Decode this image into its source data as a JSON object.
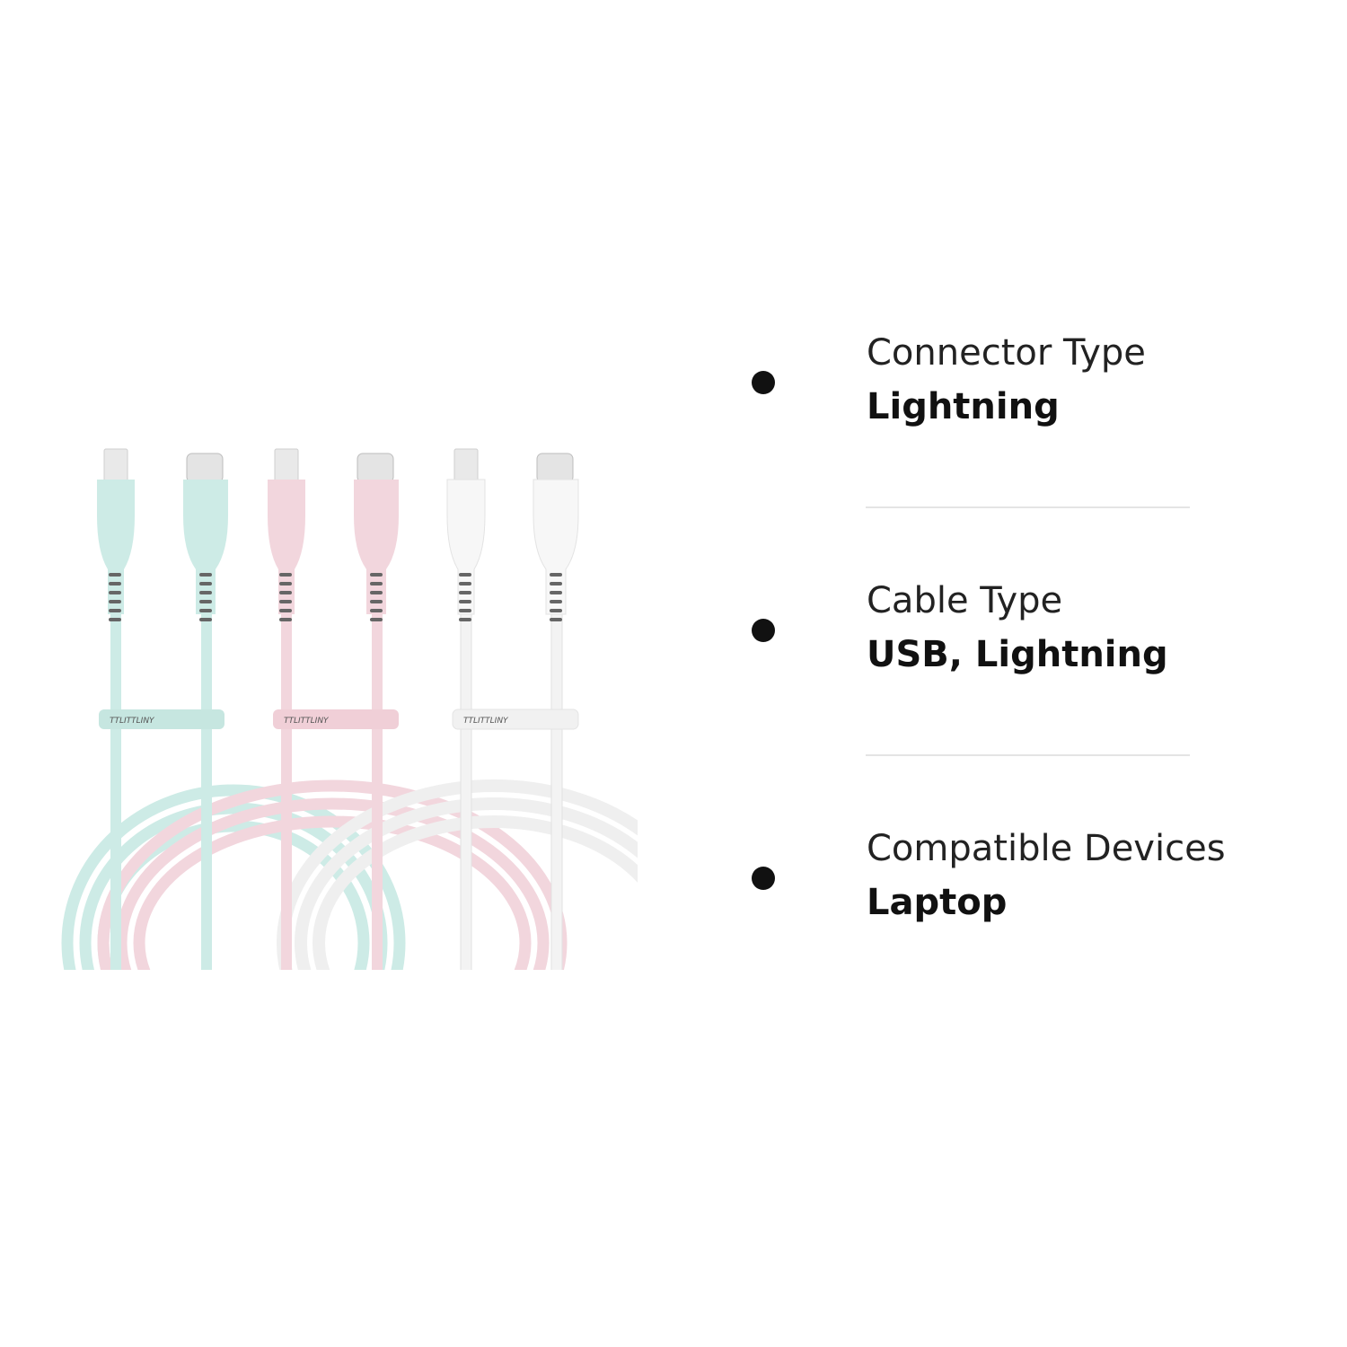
{
  "brand_tag": "TTLITTLINY",
  "cable_colors": [
    "#cdebe6",
    "#f2d6dd",
    "#f7f7f7"
  ],
  "specs": [
    {
      "label": "Connector Type",
      "value": "Lightning"
    },
    {
      "label": "Cable Type",
      "value": "USB, Lightning"
    },
    {
      "label": "Compatible Devices",
      "value": "Laptop"
    }
  ]
}
